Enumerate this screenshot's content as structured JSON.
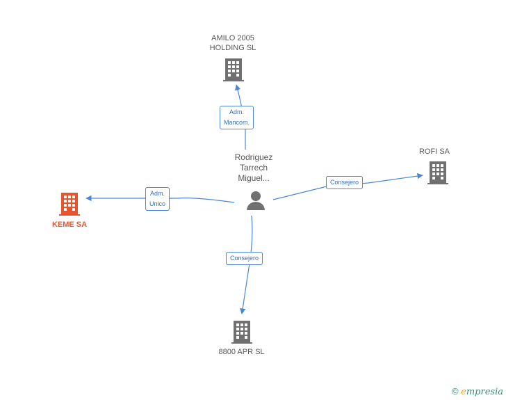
{
  "person": {
    "name_line1": "Rodriguez",
    "name_line2": "Tarrech",
    "name_line3": "Miguel...",
    "icon": "person-icon"
  },
  "companies": {
    "amilo": {
      "line1": "AMILO 2005",
      "line2": "HOLDING SL",
      "icon": "building-icon"
    },
    "rofi": {
      "line1": "ROFI SA",
      "icon": "building-icon"
    },
    "keme": {
      "line1": "KEME SA",
      "icon": "building-icon",
      "highlight": true
    },
    "apr": {
      "line1": "8800 APR  SL",
      "icon": "building-icon"
    }
  },
  "edges": {
    "amilo": {
      "line1": "Adm.",
      "line2": "Mancom."
    },
    "rofi": {
      "line1": "Consejero"
    },
    "keme": {
      "line1": "Adm.",
      "line2": "Unico"
    },
    "apr": {
      "line1": "Consejero"
    }
  },
  "colors": {
    "edge": "#4a86d4",
    "building": "#707070",
    "building_highlight": "#e8542e",
    "person": "#707070"
  },
  "footer": {
    "copyright_symbol": "©",
    "brand_initial": "e",
    "brand_rest": "mpresia"
  }
}
